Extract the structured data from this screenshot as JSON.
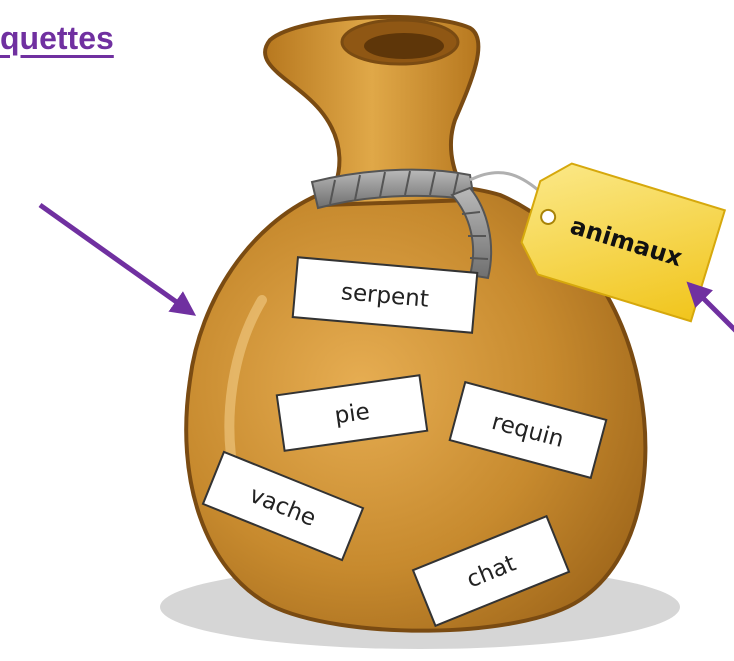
{
  "heading": "quettes",
  "tag_label": "animaux",
  "cards": [
    "serpent",
    "pie",
    "requin",
    "vache",
    "chat"
  ],
  "colors": {
    "heading": "#7030a0",
    "arrow": "#7030a0",
    "bag": "#c4882c",
    "bag_dark": "#7a4b12",
    "rope": "#8a8a8a",
    "tag": "#f5d63a"
  }
}
